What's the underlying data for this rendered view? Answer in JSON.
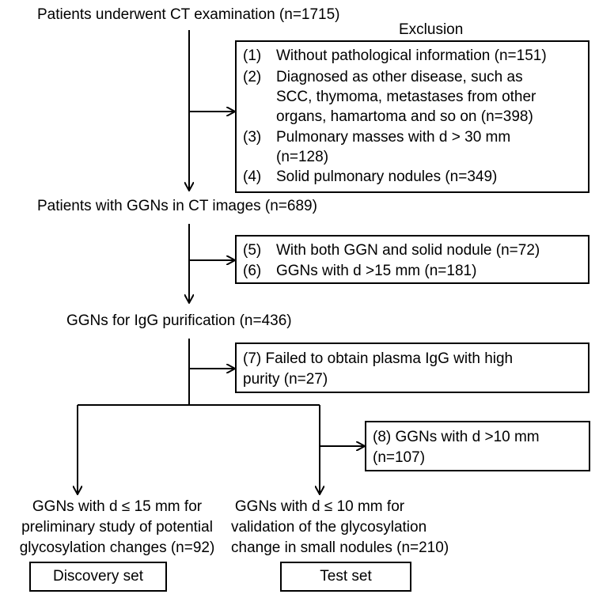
{
  "title_top": "Patients underwent CT examination (n=1715)",
  "exclusion_label": "Exclusion",
  "exclusion_box1": [
    {
      "num": "(1)",
      "lines": [
        "Without pathological information (n=151)"
      ]
    },
    {
      "num": "(2)",
      "lines": [
        "Diagnosed as  other disease, such as",
        "SCC, thymoma, metastases from other",
        "organs, hamartoma and so on (n=398)"
      ]
    },
    {
      "num": "(3)",
      "lines": [
        "Pulmonary masses with d > 30 mm",
        "(n=128)"
      ]
    },
    {
      "num": "(4)",
      "lines": [
        "Solid pulmonary nodules (n=349)"
      ]
    }
  ],
  "stage2": "Patients with GGNs in CT images (n=689)",
  "exclusion_box2": [
    {
      "num": "(5)",
      "lines": [
        "With both GGN and solid nodule  (n=72)"
      ]
    },
    {
      "num": "(6)",
      "lines": [
        "GGNs with d >15 mm (n=181)"
      ]
    }
  ],
  "stage3": "GGNs for IgG purification (n=436)",
  "exclusion_box3": {
    "lines": [
      "(7)  Failed to obtain plasma IgG with high",
      "purity (n=27)"
    ]
  },
  "exclusion_box4": {
    "lines": [
      "(8) GGNs with d >10 mm",
      "(n=107)"
    ]
  },
  "left_branch": {
    "lines": [
      "GGNs with d ≤ 15 mm for",
      "preliminary study of potential",
      "glycosylation changes (n=92)"
    ],
    "set_label": "Discovery set"
  },
  "right_branch": {
    "lines": [
      "GGNs with d ≤ 10 mm for",
      "validation of the glycosylation",
      "change in small nodules (n=210)"
    ],
    "set_label": "Test set"
  }
}
